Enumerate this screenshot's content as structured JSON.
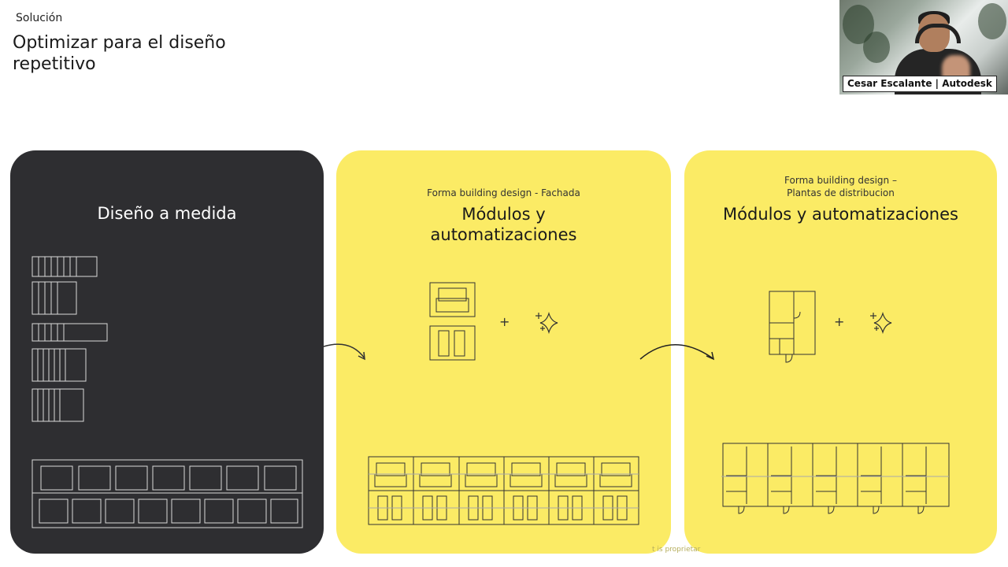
{
  "header": {
    "section_label": "Solución",
    "title": "Optimizar para el diseño\nrepetitivo"
  },
  "webcam": {
    "name_tag": "Cesar Escalante | Autodesk"
  },
  "cards": [
    {
      "heading": "Diseño a medida",
      "subtitle": ""
    },
    {
      "subtitle": "Forma building design - Fachada",
      "heading_line1": "Módulos y",
      "heading_line2": "automatizaciones"
    },
    {
      "subtitle_line1": "Forma building design –",
      "subtitle_line2": "Plantas de distribucion",
      "heading": "Módulos y automatizaciones"
    }
  ],
  "symbols": {
    "plus": "+"
  },
  "footer": {
    "text": "t is proprietar"
  },
  "icons": [
    "sparkle-icon",
    "arrow-curve-icon"
  ],
  "colors": {
    "dark_card": "#2e2e31",
    "yellow_card": "#fbeb65",
    "line_dark": "#333333",
    "line_light": "#d9d9d9"
  }
}
